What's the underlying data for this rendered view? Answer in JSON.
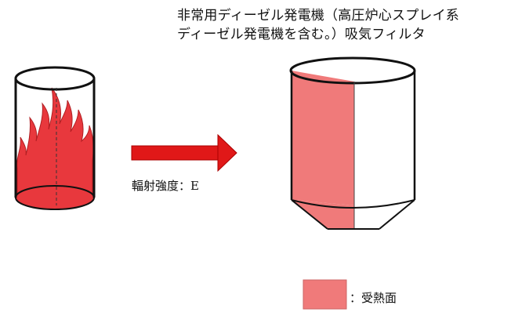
{
  "title": {
    "line1": "非常用ディーゼル発電機（高圧炉心スプレイ系",
    "line2": "ディーゼル発電機を含む。）吸気フィルタ"
  },
  "radiation_label": "輻射強度：E",
  "legend": {
    "label": "：受熱面",
    "swatch_color": "#f07a7a"
  },
  "colors": {
    "fire": "#e8383d",
    "arrow": "#e01818",
    "heated_surface": "#f07a7a",
    "outline": "#111111"
  }
}
